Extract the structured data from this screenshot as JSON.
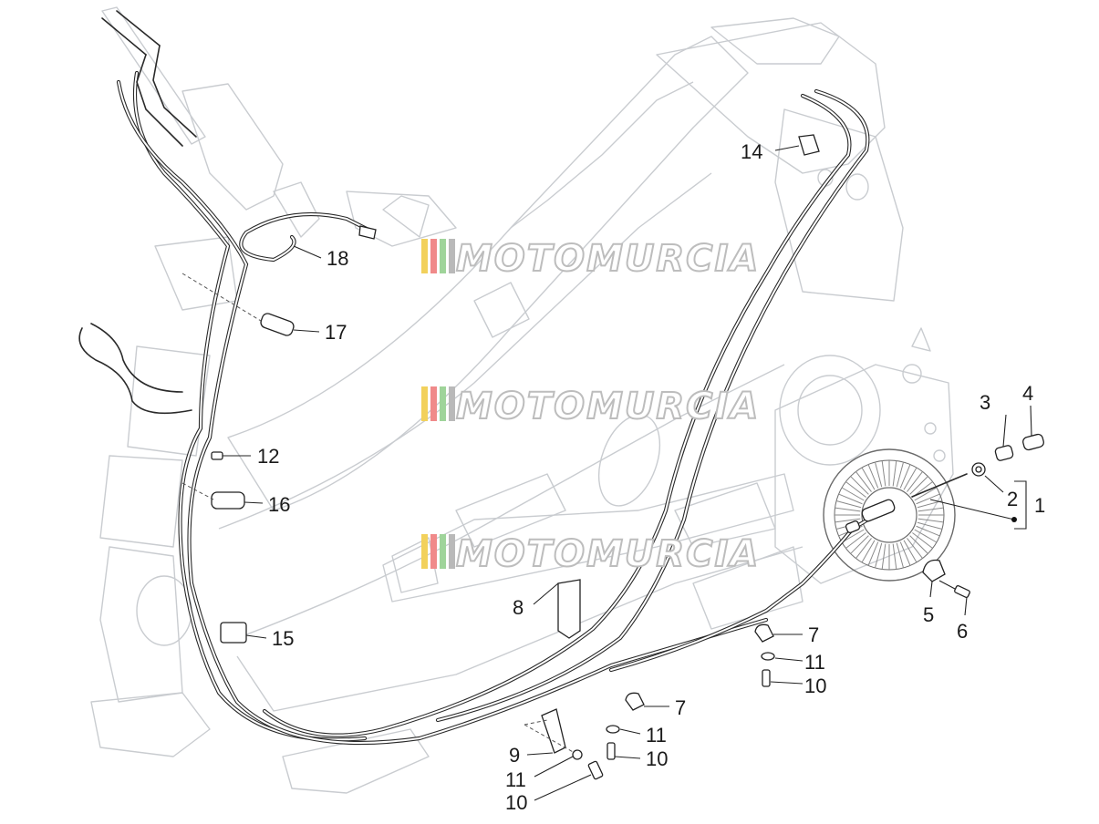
{
  "watermark": {
    "text": "MOTOMURCIA",
    "stripe_colors": [
      "#f2d15c",
      "#f08a8a",
      "#9fd49a",
      "#b9b9b9"
    ]
  },
  "callouts": [
    "1",
    "2",
    "3",
    "4",
    "5",
    "6",
    "7",
    "7",
    "8",
    "9",
    "10",
    "10",
    "10",
    "11",
    "11",
    "11",
    "12",
    "14",
    "15",
    "16",
    "17",
    "18"
  ]
}
